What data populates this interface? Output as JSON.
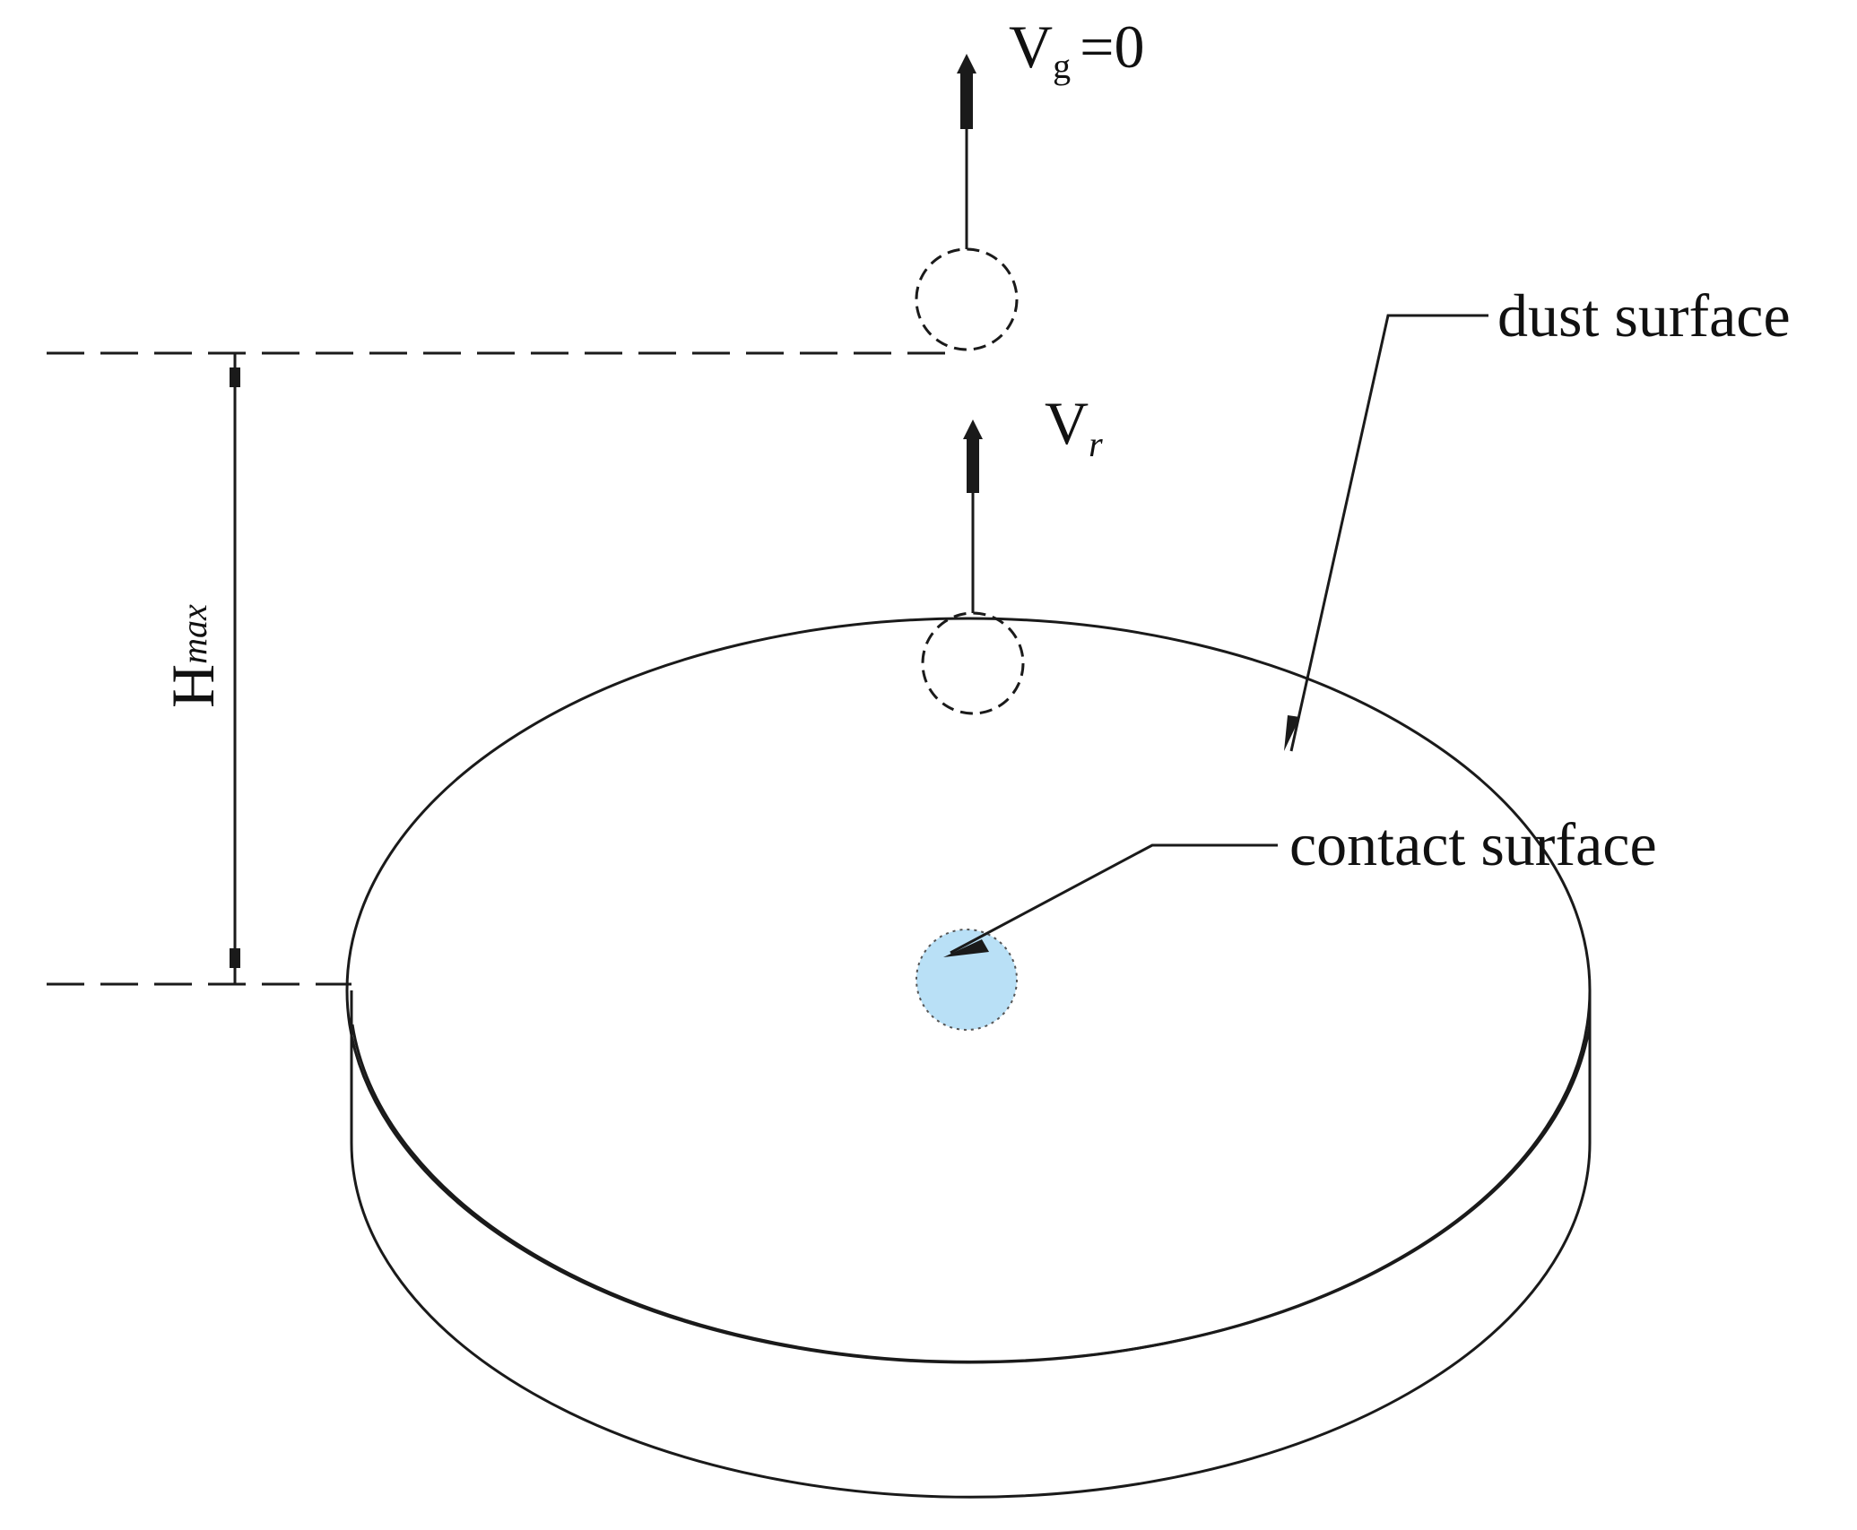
{
  "labels": {
    "vg_main": "V",
    "vg_sub": "g",
    "vg_eq": "=0",
    "vr_main": "V",
    "vr_sub": "r",
    "hmax_main": "H",
    "hmax_sub": "max",
    "dust_surface": "dust surface",
    "contact_surface": "contact surface"
  },
  "colors": {
    "line": "#1a1a1a",
    "contact_fill": "#b9e0f6",
    "background": "#ffffff"
  }
}
